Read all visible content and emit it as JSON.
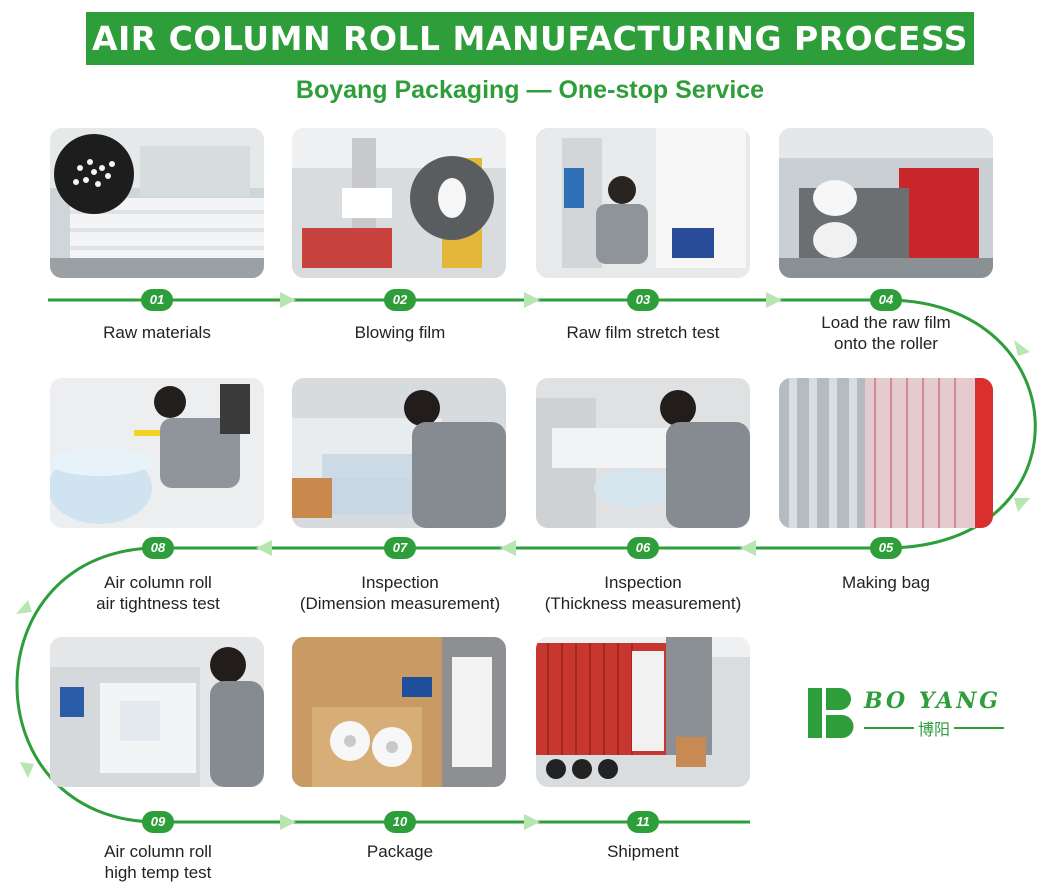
{
  "title": "AIR COLUMN ROLL MANUFACTURING PROCESS",
  "subtitle": "Boyang Packaging — One-stop Service",
  "colors": {
    "accent": "#2e9e3a",
    "arrow_light": "#b7e6b0"
  },
  "steps": [
    {
      "num": "01",
      "label": "Raw materials"
    },
    {
      "num": "02",
      "label": "Blowing film"
    },
    {
      "num": "03",
      "label": "Raw film stretch test"
    },
    {
      "num": "04",
      "label": "Load the raw film\nonto the roller"
    },
    {
      "num": "05",
      "label": "Making bag"
    },
    {
      "num": "06",
      "label": "Inspection\n(Thickness measurement)"
    },
    {
      "num": "07",
      "label": "Inspection\n(Dimension measurement)"
    },
    {
      "num": "08",
      "label": "Air column roll\nair tightness test"
    },
    {
      "num": "09",
      "label": "Air column roll\nhigh temp test"
    },
    {
      "num": "10",
      "label": "Package"
    },
    {
      "num": "11",
      "label": "Shipment"
    }
  ],
  "logo": {
    "latin": "BO YANG",
    "chinese": "博阳",
    "icon": "boyang-b-logo-icon"
  }
}
